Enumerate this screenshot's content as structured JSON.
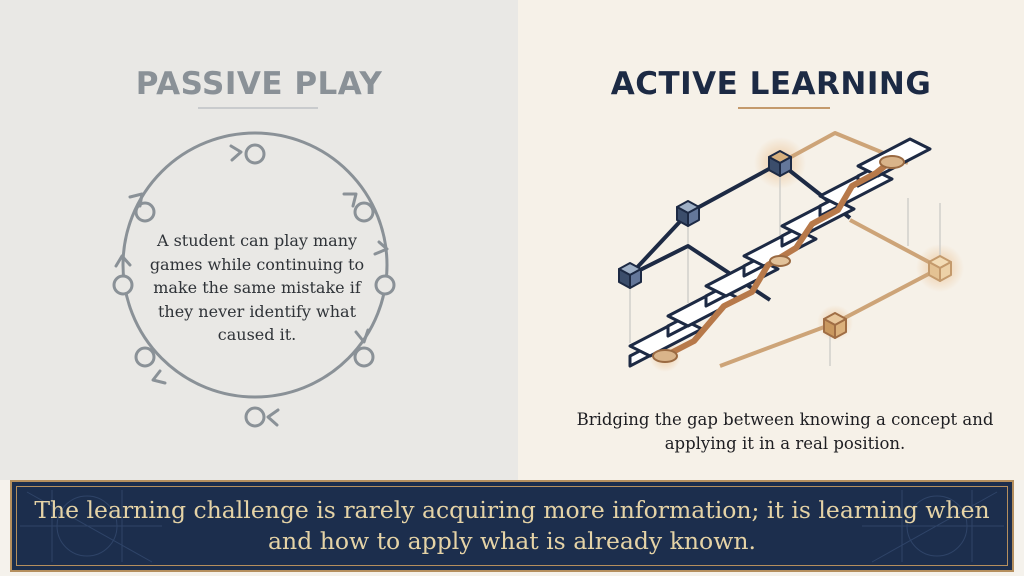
{
  "left": {
    "heading": "PASSIVE PLAY",
    "text": "A student can play many games while continuing to make the same mistake if they never identify what caused it."
  },
  "right": {
    "heading": "ACTIVE LEARNING",
    "caption": "Bridging the gap between knowing a concept and applying it in a real position."
  },
  "banner": {
    "text": "The learning challenge is rarely acquiring more information; it is learning when and how to apply what is already known."
  },
  "colors": {
    "navy": "#1c2e4d",
    "gold": "#b58f5e",
    "copper": "#b7794a",
    "gray": "#8a9197"
  },
  "icons": {
    "cycle": "circular-arrows-icon",
    "stairs": "isometric-stairs-network-icon"
  }
}
